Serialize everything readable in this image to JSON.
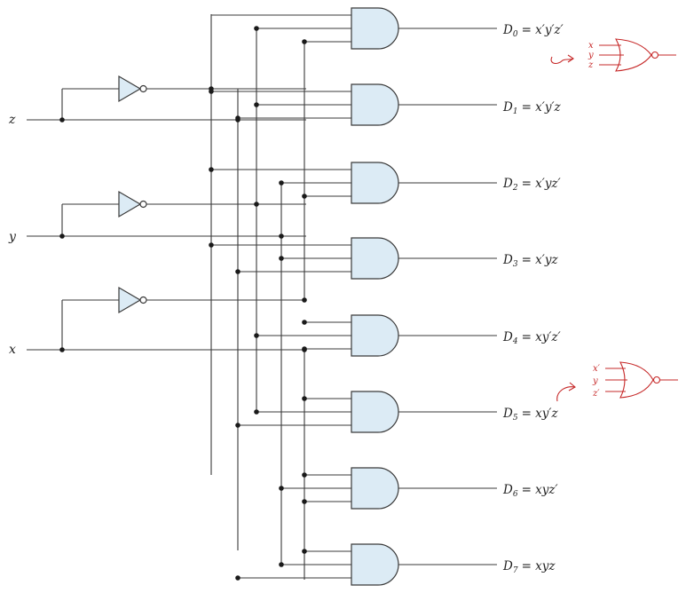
{
  "inputs": [
    {
      "name": "z"
    },
    {
      "name": "y"
    },
    {
      "name": "x"
    }
  ],
  "outputs": [
    {
      "sym": "D",
      "sub": "0",
      "expr": "= x′y′z′"
    },
    {
      "sym": "D",
      "sub": "1",
      "expr": "= x′y′z"
    },
    {
      "sym": "D",
      "sub": "2",
      "expr": "= x′yz′"
    },
    {
      "sym": "D",
      "sub": "3",
      "expr": "= x′yz"
    },
    {
      "sym": "D",
      "sub": "4",
      "expr": "= xy′z′"
    },
    {
      "sym": "D",
      "sub": "5",
      "expr": "= xy′z"
    },
    {
      "sym": "D",
      "sub": "6",
      "expr": "= xyz′"
    },
    {
      "sym": "D",
      "sub": "7",
      "expr": "= xyz"
    }
  ],
  "annotations": [
    {
      "labels": [
        "x",
        "y",
        "z"
      ]
    },
    {
      "labels": [
        "x′",
        "y",
        "z′"
      ]
    }
  ],
  "colors": {
    "gate_fill": "#dcebf5",
    "wire": "#3a3a3a",
    "annotation_ink": "#c62828"
  }
}
